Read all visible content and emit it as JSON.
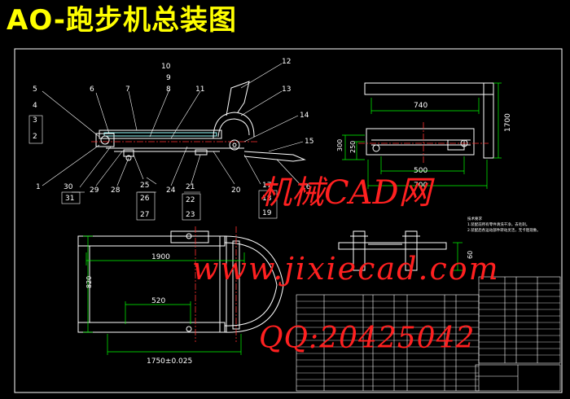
{
  "title": "AO-跑步机总装图",
  "watermark": {
    "cn": "机械CAD网",
    "url": "www.jixiecad.com",
    "qq": "QQ:20425042"
  },
  "part_numbers": {
    "left": [
      "5",
      "4",
      "3",
      "2",
      "1"
    ],
    "top": [
      "6",
      "7",
      "8",
      "9",
      "10",
      "11",
      "12",
      "13",
      "14",
      "15",
      "16"
    ],
    "bottom": [
      "30",
      "31",
      "29",
      "28",
      "25",
      "26",
      "27",
      "24",
      "21",
      "22",
      "23",
      "20",
      "17",
      "18",
      "19"
    ]
  },
  "dimensions": {
    "d740": "740",
    "d1700": "1700",
    "d300": "300",
    "d250": "250",
    "d500": "500",
    "d700": "700",
    "d1900": "1900",
    "d520": "520",
    "d820": "820",
    "d1750": "1750±0.025",
    "d60": "60"
  },
  "tech_notes": [
    "技术要求",
    "1.装配前所有零件清洗干净，去毛刺。",
    "2.装配后各运动部件转动灵活，无卡阻现象。"
  ],
  "colors": {
    "outline": "#ffffff",
    "dimension": "#00ff00",
    "centerline": "#ff3030",
    "title": "#ffff00",
    "watermark": "#ff2020",
    "leader": "#ffffff"
  }
}
